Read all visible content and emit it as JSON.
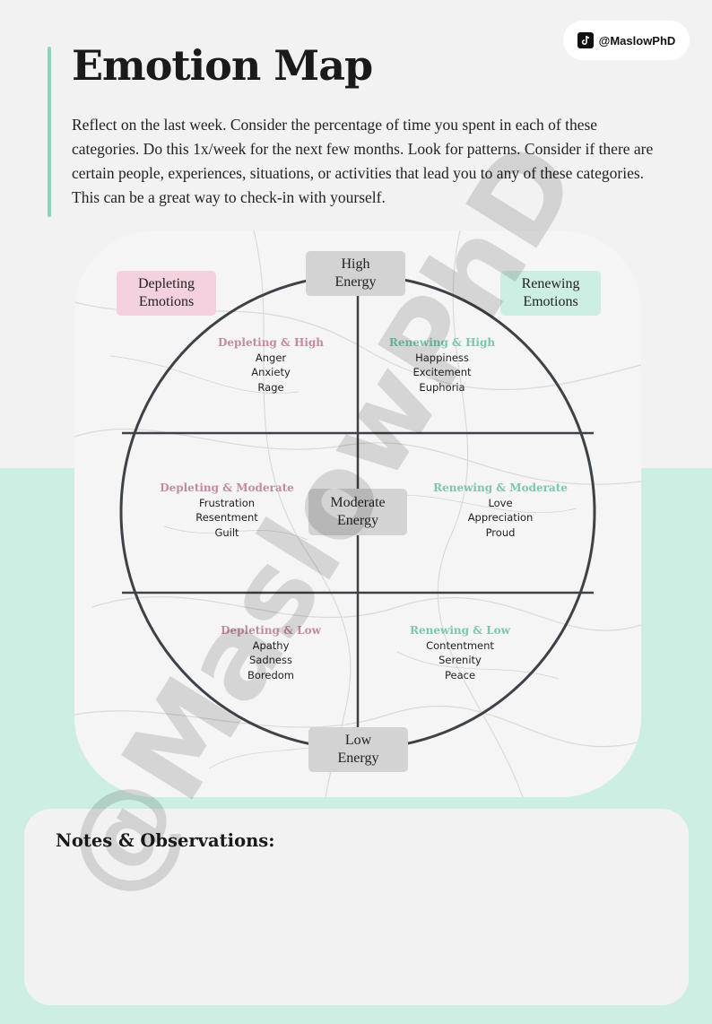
{
  "handle": "@MaslowPhD",
  "title": "Emotion Map",
  "intro": "Reflect on the last week. Consider the percentage of time you spent in each of these categories. Do this 1x/week for the next few months. Look for patterns. Consider if there are certain people, experiences, situations, or activities that lead you to any of these categories. This can be a great way to check-in with yourself.",
  "energy": {
    "high": [
      "High",
      "Energy"
    ],
    "moderate": [
      "Moderate",
      "Energy"
    ],
    "low": [
      "Low",
      "Energy"
    ]
  },
  "sides": {
    "depleting": [
      "Depleting",
      "Emotions"
    ],
    "renewing": [
      "Renewing",
      "Emotions"
    ]
  },
  "quadrants": {
    "depleting_high": {
      "title": "Depleting & High",
      "items": [
        "Anger",
        "Anxiety",
        "Rage"
      ]
    },
    "renewing_high": {
      "title": "Renewing & High",
      "items": [
        "Happiness",
        "Excitement",
        "Euphoria"
      ]
    },
    "depleting_moderate": {
      "title": "Depleting & Moderate",
      "items": [
        "Frustration",
        "Resentment",
        "Guilt"
      ]
    },
    "renewing_moderate": {
      "title": "Renewing & Moderate",
      "items": [
        "Love",
        "Appreciation",
        "Proud"
      ]
    },
    "depleting_low": {
      "title": "Depleting & Low",
      "items": [
        "Apathy",
        "Sadness",
        "Boredom"
      ]
    },
    "renewing_low": {
      "title": "Renewing & Low",
      "items": [
        "Contentment",
        "Serenity",
        "Peace"
      ]
    }
  },
  "notes_title": "Notes & Observations:",
  "watermark": "@MaslowPhD",
  "colors": {
    "depleting": "#c48aa0",
    "renewing": "#7ec6ab",
    "depleting_bg": "#f3d1de",
    "renewing_bg": "#cdeee3",
    "mint_band": "#cdeee3",
    "accent": "#8fd3b8"
  }
}
